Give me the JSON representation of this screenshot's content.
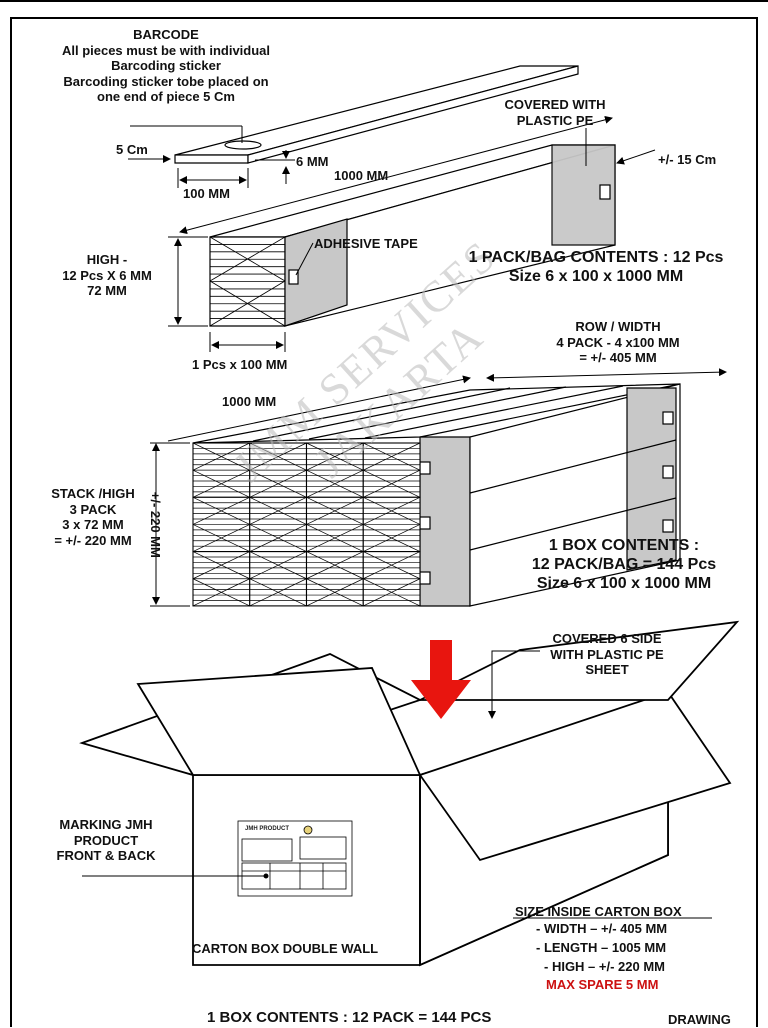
{
  "barcode": {
    "title": "BARCODE",
    "line1": "All pieces must be with individual",
    "line2": "Barcoding sticker",
    "line3": "Barcoding sticker tobe placed on",
    "line4": "one end of piece 5 Cm"
  },
  "dims": {
    "five_cm": "5 Cm",
    "six_mm": "6 MM",
    "hundred_mm": "100 MM",
    "thousand_mm": "1000 MM",
    "thousand_mm_2": "1000 MM",
    "plus_minus_15": "+/- 15 Cm",
    "one_pcs": "1 Pcs x 100 MM",
    "vertical_220": "+/- 220 MM"
  },
  "covered_pe": {
    "line1": "COVERED WITH",
    "line2": "PLASTIC PE"
  },
  "high": {
    "line1": "HIGH -",
    "line2": "12 Pcs X 6 MM",
    "line3": "72 MM"
  },
  "adhesive_tape": "ADHESIVE TAPE",
  "pack_contents": {
    "line1": "1 PACK/BAG CONTENTS : 12 Pcs",
    "line2": "Size 6 x 100 x 1000 MM"
  },
  "row_width": {
    "line1": "ROW / WIDTH",
    "line2": "4 PACK - 4 x100 MM",
    "line3": "= +/- 405 MM"
  },
  "stack_high": {
    "line1": "STACK /HIGH",
    "line2": "3 PACK",
    "line3": "3 x 72 MM",
    "line4": "= +/-  220 MM"
  },
  "box_contents": {
    "line1": "1 BOX CONTENTS :",
    "line2": "12 PACK/BAG = 144 Pcs",
    "line3": "Size 6 x 100 x 1000 MM"
  },
  "covered6": {
    "line1": "COVERED 6 SIDE",
    "line2": "WITH PLASTIC PE",
    "line3": "SHEET"
  },
  "marking": {
    "line1": "MARKING JMH",
    "line2": "PRODUCT",
    "line3": "FRONT & BACK"
  },
  "label_card": {
    "title": "JMH PRODUCT"
  },
  "carton_box": "CARTON BOX DOUBLE WALL",
  "size_inside": {
    "title": "SIZE INSIDE CARTON BOX",
    "width": "- WIDTH – +/- 405 MM",
    "length": "- LENGTH – 1005 MM",
    "high": "- HIGH – +/- 220 MM",
    "max_spare": "MAX SPARE 5 MM"
  },
  "footer": {
    "contents": "1 BOX CONTENTS : 12 PACK = 144 PCS",
    "drawing": "DRAWING"
  },
  "watermark": {
    "line1": "JMM SERVICES",
    "line2": "JAKARTA"
  },
  "colors": {
    "gray": "#c8c8c8",
    "arrow_red": "#e8150f",
    "text_red": "#cc1111"
  }
}
